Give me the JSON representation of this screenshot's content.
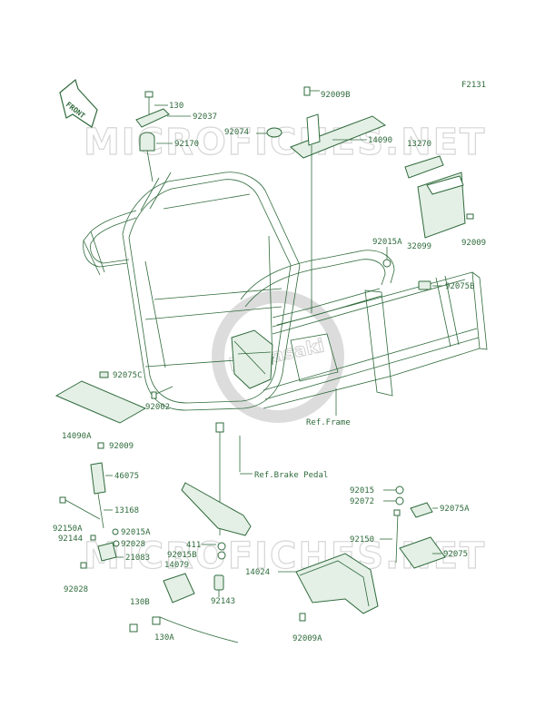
{
  "figure_id": "F2131",
  "front_arrow_label": "FRONT",
  "watermark_text": "MICROFICHES.NET",
  "logo_text": "Kawasaki",
  "colors": {
    "line": "#2f6b3c",
    "watermark": "#d6d6d6"
  },
  "labels": {
    "p130": "130",
    "p92037": "92037",
    "p92170": "92170",
    "p92009B": "92009B",
    "p92074": "92074",
    "p14090": "14090",
    "p13270": "13270",
    "p32099": "32099",
    "p92009_r": "92009",
    "p92015A_r": "92015A",
    "p92075B": "92075B",
    "p92075C": "92075C",
    "p92002": "92002",
    "p14090A": "14090A",
    "p92009_l": "92009",
    "ref_frame": "Ref.Frame",
    "p46075": "46075",
    "p13168": "13168",
    "p92150A": "92150A",
    "p92015A_l": "92015A",
    "p92144": "92144",
    "p92028_a": "92028",
    "p21083": "21083",
    "p92028_b": "92028",
    "ref_brake_pedal": "Ref.Brake Pedal",
    "p411": "411",
    "p92015B": "92015B",
    "p14079": "14079",
    "p92143": "92143",
    "p130B": "130B",
    "p130A": "130A",
    "p92015": "92015",
    "p92072": "92072",
    "p92075A": "92075A",
    "p92150": "92150",
    "p92075": "92075",
    "p14024": "14024",
    "p92009A": "92009A"
  }
}
